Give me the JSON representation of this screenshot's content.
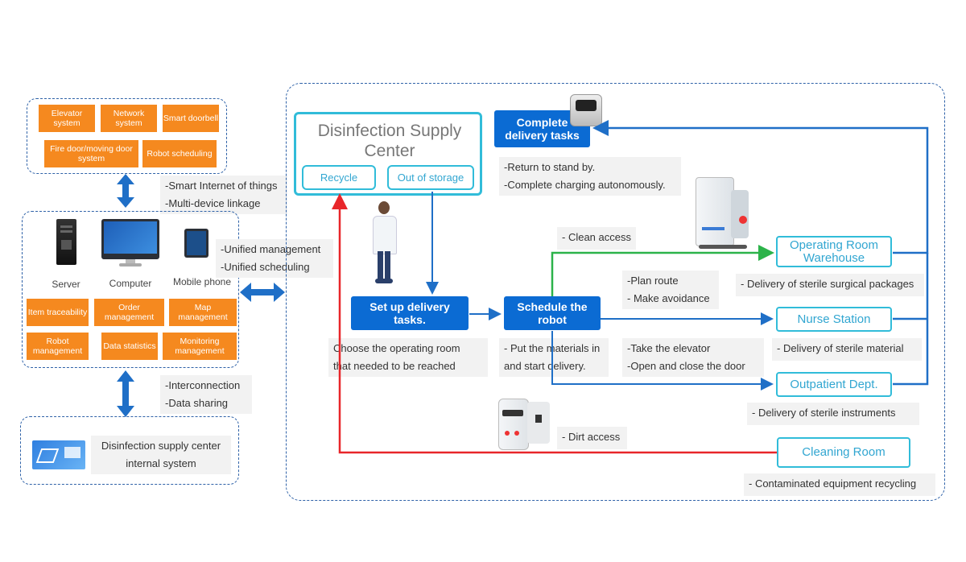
{
  "top_systems": [
    "Elevator system",
    "Network system",
    "Smart doorbell",
    "Fire door/moving door system",
    "Robot scheduling"
  ],
  "notes_iot": [
    "-Smart Internet of things",
    "-Multi-device linkage"
  ],
  "devices": {
    "server": "Server",
    "computer": "Computer",
    "mobile": "Mobile phone"
  },
  "management": [
    "Item traceability",
    "Order management",
    "Map management",
    "Robot management",
    "Data statistics",
    "Monitoring management"
  ],
  "notes_unified": [
    "-Unified management",
    "-Unified scheduling"
  ],
  "notes_interconnect": [
    "-Interconnection",
    "-Data sharing"
  ],
  "internal_system": "Disinfection supply center internal system",
  "dsc": {
    "title": "Disinfection Supply Center",
    "recycle": "Recycle",
    "out_of_storage": "Out of storage"
  },
  "complete_tasks": "Complete delivery tasks",
  "notes_complete": [
    "-Return to stand by.",
    "-Complete charging autonomously."
  ],
  "setup_tasks": "Set up delivery tasks.",
  "notes_setup": [
    "Choose the operating room",
    "that needed to be reached"
  ],
  "schedule_robot": "Schedule the robot",
  "notes_schedule": [
    "- Put the materials in",
    "and start delivery."
  ],
  "note_clean_access": "- Clean access",
  "notes_route": [
    "-Plan route",
    "- Make avoidance"
  ],
  "notes_elevator": [
    "-Take the elevator",
    "-Open and close the door"
  ],
  "note_dirt_access": "- Dirt access",
  "destinations": {
    "operating_room": "Operating Room Warehouse",
    "nurse_station": "Nurse Station",
    "outpatient": "Outpatient Dept.",
    "cleaning_room": "Cleaning Room"
  },
  "dest_notes": {
    "operating_room": "- Delivery of sterile surgical packages",
    "nurse_station": "- Delivery of sterile material",
    "outpatient": "-    Delivery of sterile instruments",
    "cleaning_room": "- Contaminated equipment recycling"
  },
  "colors": {
    "blue": "#0b6bd3",
    "arrow_blue": "#1f6fc7",
    "red": "#e8262a",
    "green": "#2cb34a",
    "orange": "#f5891f",
    "teal": "#31bcd9"
  }
}
